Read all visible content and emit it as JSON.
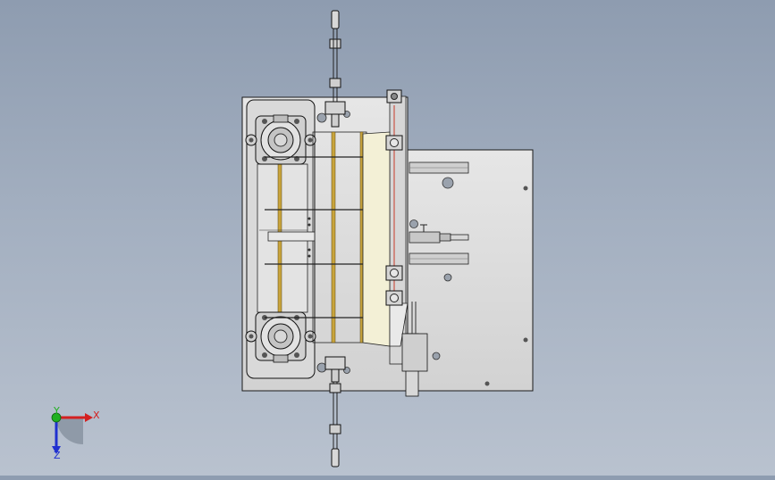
{
  "viewport": {
    "background_top": "#8e9cb0",
    "background_bottom": "#b9c2cf"
  },
  "model_colors": {
    "plate": "#dcdcdc",
    "edge": "#1a1a1a",
    "guard_panel": "#f3f0d6",
    "gold_rail": "#c8a43c",
    "red_line": "#c83a2a"
  },
  "triad": {
    "x_label": "X",
    "y_label": "Y",
    "z_label": "Z",
    "x_color": "#d42020",
    "y_color": "#20b020",
    "z_color": "#2030d0"
  },
  "icons": [
    "reference-triad-icon",
    "ball-bearing-housing-icon",
    "pneumatic-cylinder-icon",
    "bolt-hole-icon"
  ]
}
